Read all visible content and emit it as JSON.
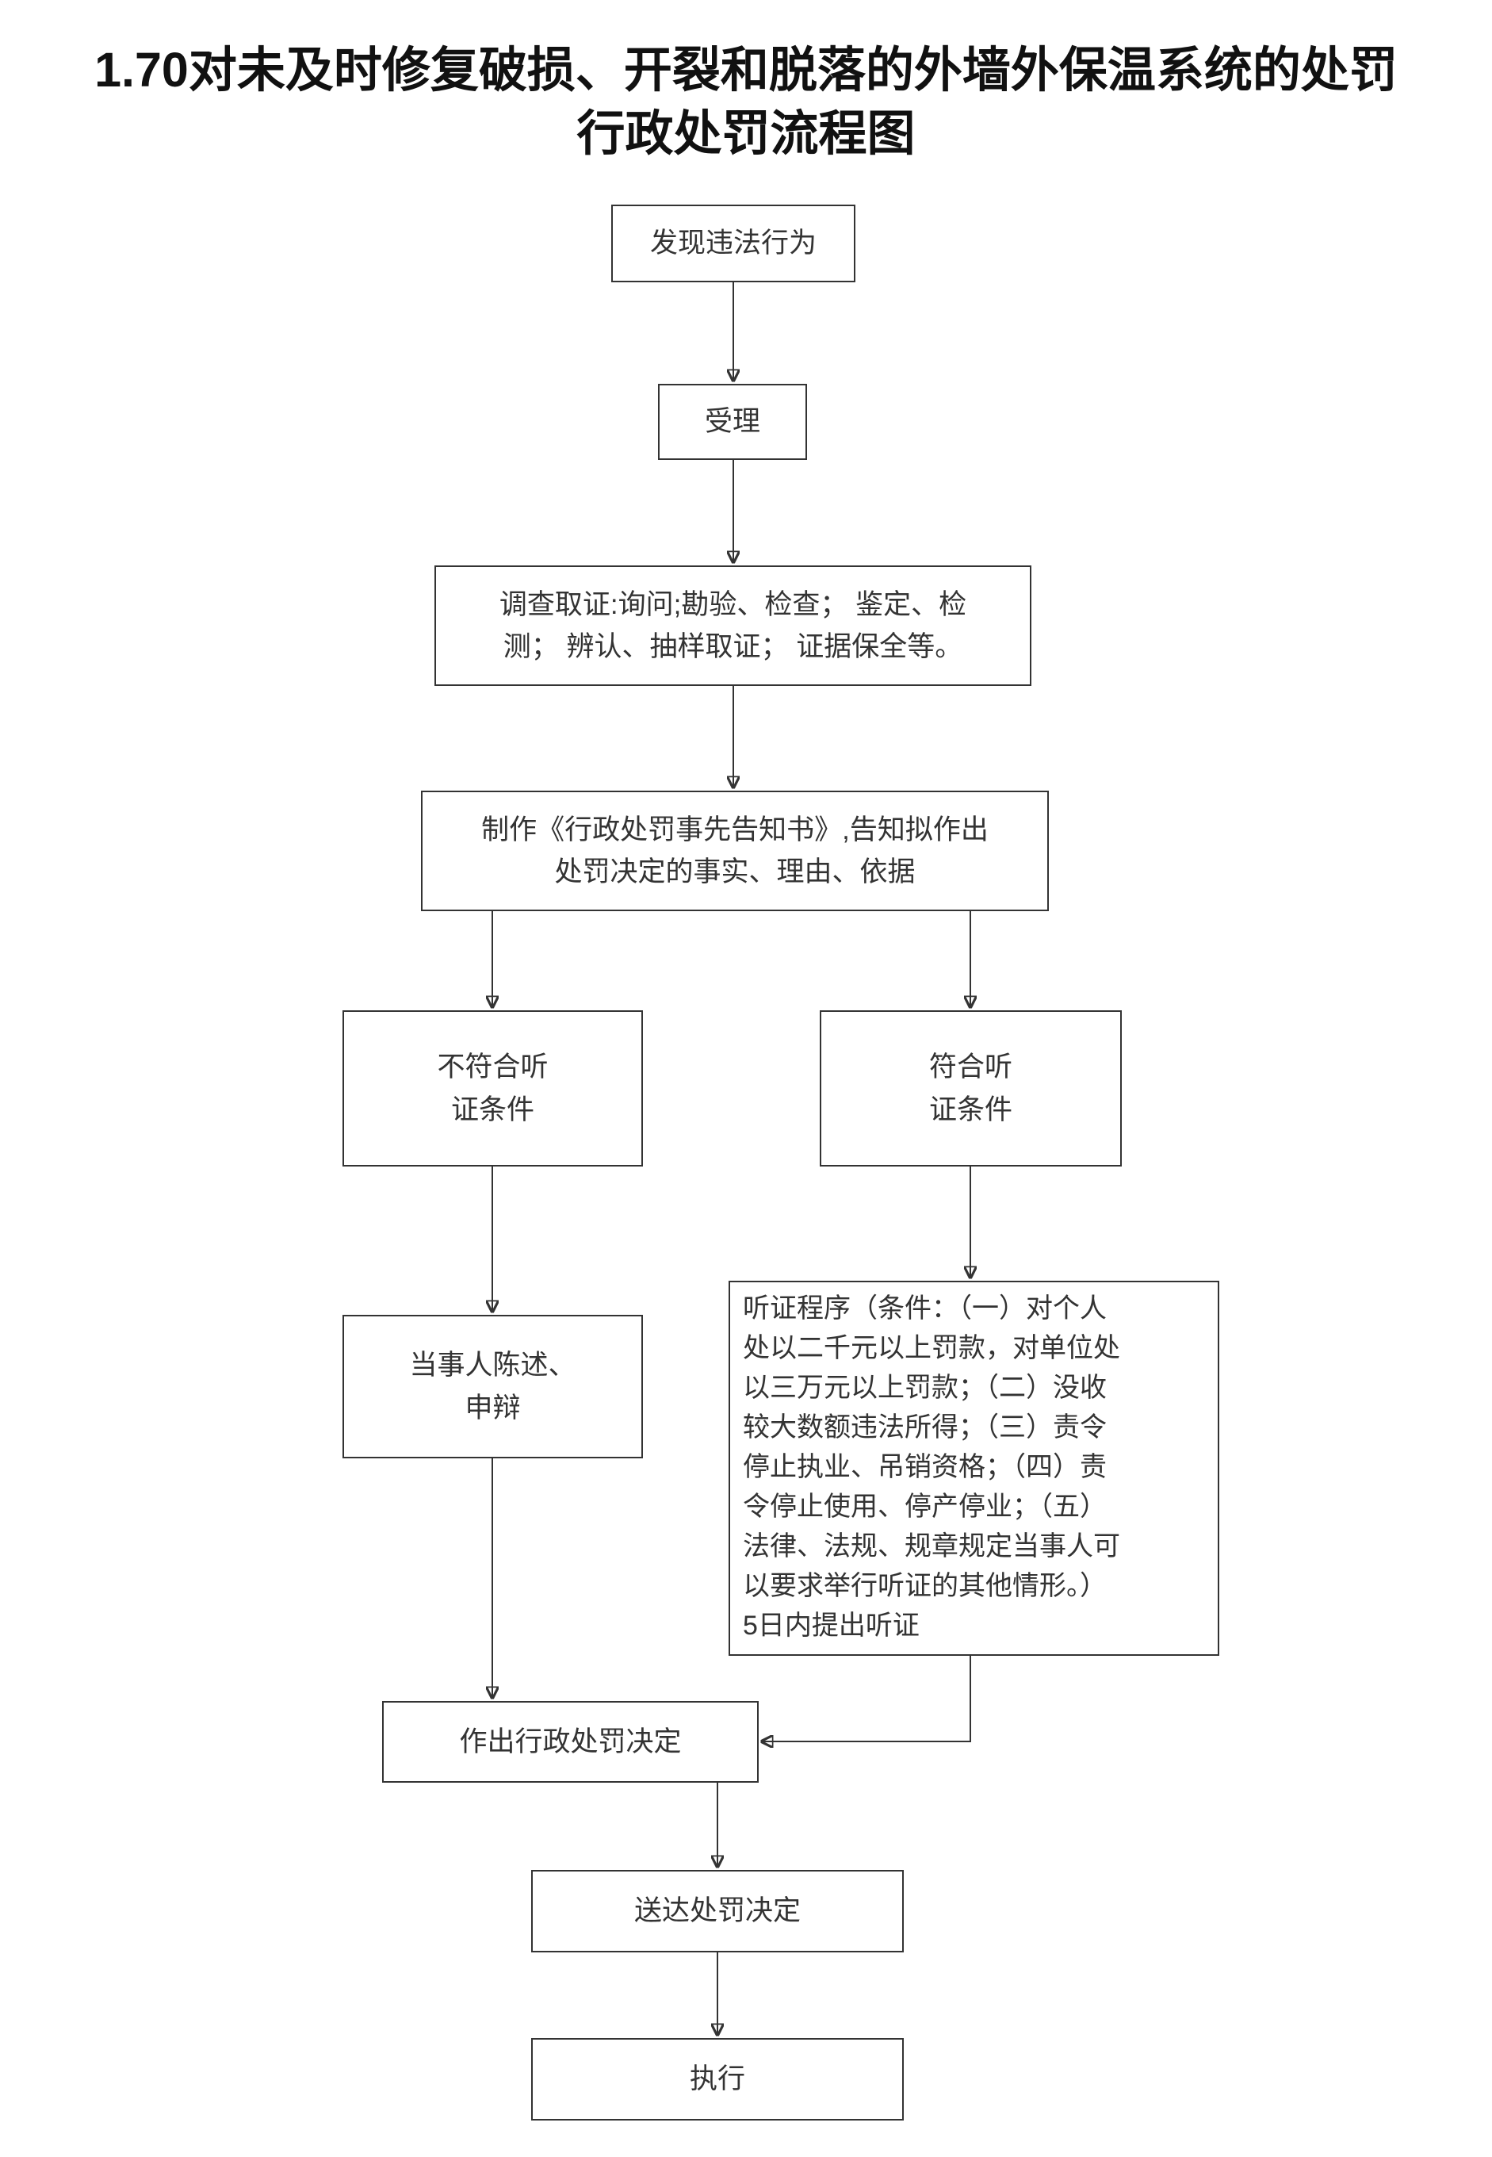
{
  "page": {
    "title_line1": "1.70对未及时修复破损、开裂和脱落的外墙外保温系统的处罚",
    "title_line2": "行政处罚流程图"
  },
  "colors": {
    "line": "#333333",
    "text": "#333333",
    "bg": "#ffffff"
  },
  "flowchart": {
    "nodes": {
      "discover": {
        "label": "发现违法行为"
      },
      "accept": {
        "label": "受理"
      },
      "investigate": {
        "label": [
          "调查取证:询问;勘验、检查； 鉴定、检",
          "测； 辨认、抽样取证； 证据保全等。"
        ]
      },
      "notice": {
        "label": [
          "制作《行政处罚事先告知书》,告知拟作出",
          "处罚决定的事实、理由、依据"
        ]
      },
      "no_hearing": {
        "label": [
          "不符合听",
          "证条件"
        ]
      },
      "hearing_cond": {
        "label": [
          "符合听",
          "证条件"
        ]
      },
      "statement": {
        "label": [
          "当事人陈述、",
          "申辩"
        ]
      },
      "hearing_proc": {
        "label": [
          "听证程序（条件：（一）对个人",
          "处以二千元以上罚款，对单位处",
          "以三万元以上罚款；（二）没收",
          "较大数额违法所得；（三）责令",
          "停止执业、吊销资格；（四）责",
          "令停止使用、停产停业；（五）",
          "法律、法规、规章规定当事人可",
          "以要求举行听证的其他情形。）",
          "5日内提出听证"
        ]
      },
      "decision": {
        "label": "作出行政处罚决定"
      },
      "delivery": {
        "label": "送达处罚决定"
      },
      "execute": {
        "label": "执行"
      }
    }
  }
}
